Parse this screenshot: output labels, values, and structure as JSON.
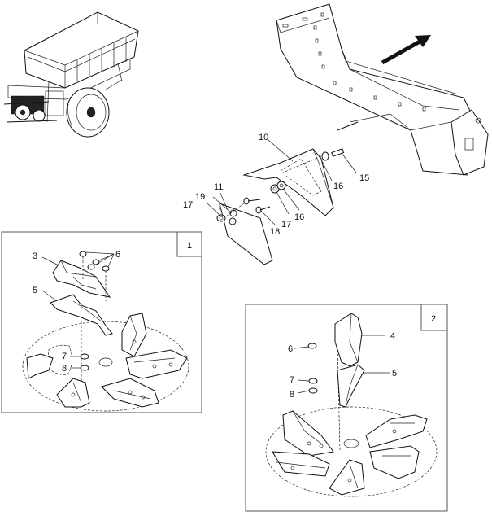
{
  "callouts": {
    "c10": "10",
    "c11": "11",
    "c15": "15",
    "c16a": "16",
    "c16b": "16",
    "c17a": "17",
    "c17b": "17",
    "c18": "18",
    "c19": "19"
  },
  "inset1": {
    "badge": "1",
    "c3": "3",
    "c5": "5",
    "c6": "6",
    "c7": "7",
    "c8": "8"
  },
  "inset2": {
    "badge": "2",
    "c4": "4",
    "c5": "5",
    "c6": "6",
    "c7": "7",
    "c8": "8"
  },
  "icons": {
    "direction": "arrow-icon"
  }
}
